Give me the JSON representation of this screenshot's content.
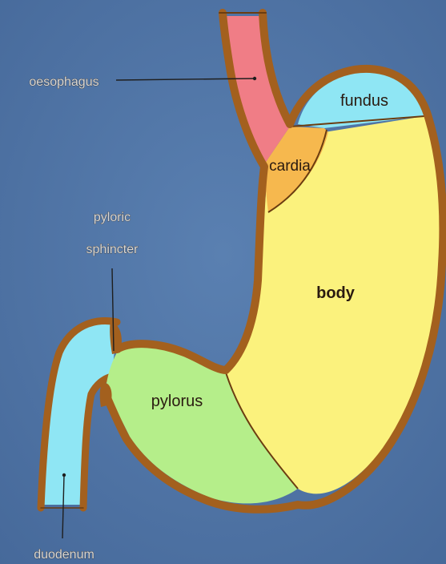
{
  "labels": {
    "oesophagus": "oesophagus",
    "fundus": "fundus",
    "cardia": "cardia",
    "body": "body",
    "pylorus": "pylorus",
    "pyloric_sphincter_line1": "pyloric",
    "pyloric_sphincter_line2": "sphincter",
    "duodenum": "duodenum"
  },
  "colors": {
    "background": "#4f74a6",
    "wall": "#a3601e",
    "oesophagus": "#f07d86",
    "fundus": "#8fe6f4",
    "cardia": "#f6b84e",
    "body": "#fbf27d",
    "pylorus": "#b5ee8a",
    "duodenum": "#8fe6f4"
  }
}
